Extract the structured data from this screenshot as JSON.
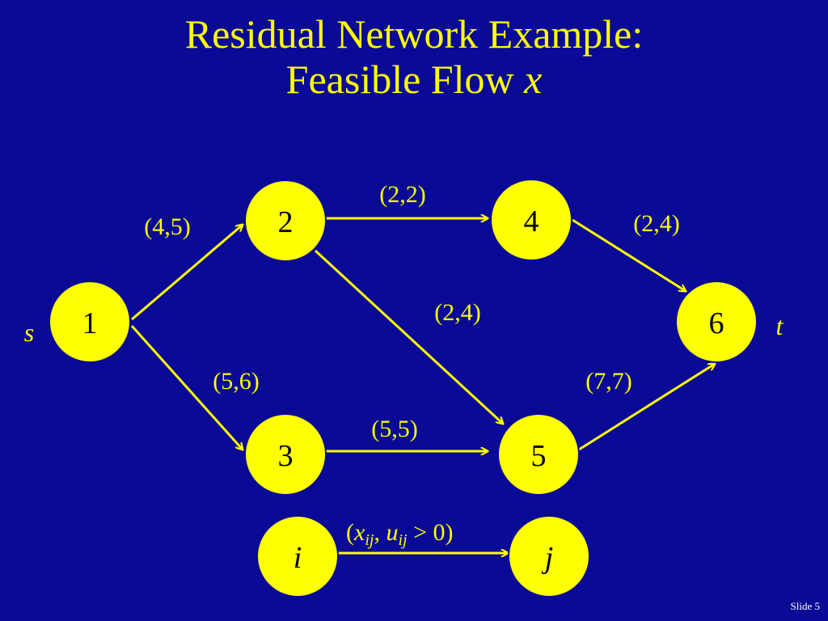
{
  "slide": {
    "title_line1": "Residual Network Example:",
    "title_line2_text": "Feasible Flow ",
    "title_line2_var": "x",
    "footer": "Slide 5"
  },
  "colors": {
    "background": "#0a0a96",
    "node_fill": "#ffff00",
    "edge": "#ffff00",
    "text": "#ffff00",
    "node_text": "#000000"
  },
  "diagram": {
    "nodes": [
      {
        "id": "1",
        "label": "1"
      },
      {
        "id": "2",
        "label": "2"
      },
      {
        "id": "3",
        "label": "3"
      },
      {
        "id": "4",
        "label": "4"
      },
      {
        "id": "5",
        "label": "5"
      },
      {
        "id": "6",
        "label": "6"
      }
    ],
    "source_label": "s",
    "sink_label": "t",
    "edges": [
      {
        "from": "1",
        "to": "2",
        "label": "(4,5)"
      },
      {
        "from": "1",
        "to": "3",
        "label": "(5,6)"
      },
      {
        "from": "2",
        "to": "4",
        "label": "(2,2)"
      },
      {
        "from": "2",
        "to": "5",
        "label": "(2,4)"
      },
      {
        "from": "3",
        "to": "5",
        "label": "(5,5)"
      },
      {
        "from": "4",
        "to": "6",
        "label": "(2,4)"
      },
      {
        "from": "5",
        "to": "6",
        "label": "(7,7)"
      }
    ]
  },
  "legend": {
    "node_i": "i",
    "node_j": "j",
    "edge_label_open": "(",
    "edge_label_x": "x",
    "edge_label_x_sub": "ij",
    "edge_label_sep": ", ",
    "edge_label_u": "u",
    "edge_label_u_sub": "ij",
    "edge_label_rest": " > 0)"
  }
}
